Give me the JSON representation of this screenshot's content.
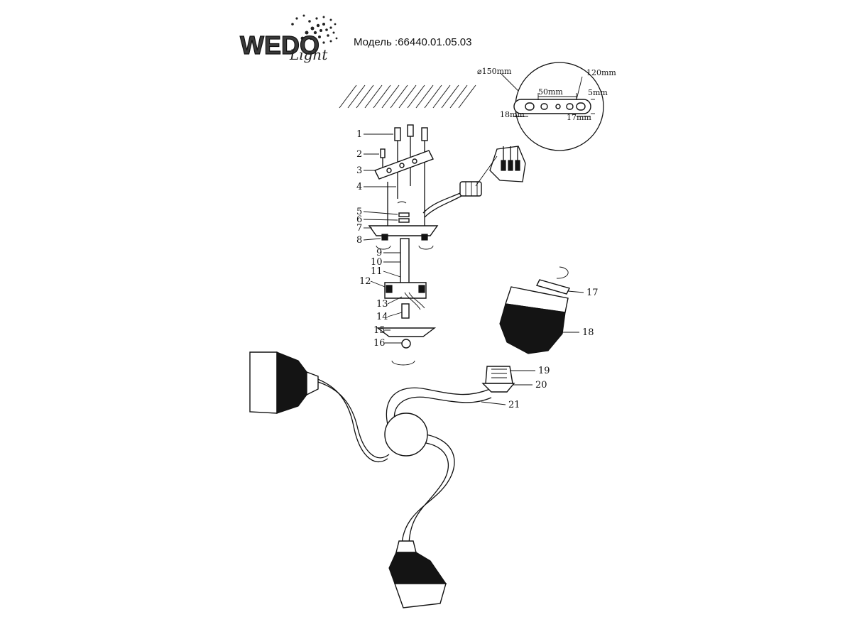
{
  "brand": {
    "name": "WEDO",
    "tagline": "Light"
  },
  "model_label": "Модель :66440.01.05.03",
  "dimensions": {
    "diameter": "⌀150mm",
    "width": "120mm",
    "spacing": "50mm",
    "thickness": "5mm",
    "left": "18mm",
    "right": "17mm"
  },
  "callouts": [
    "1",
    "2",
    "3",
    "4",
    "5",
    "6",
    "7",
    "8",
    "9",
    "10",
    "11",
    "12",
    "13",
    "14",
    "15",
    "16",
    "17",
    "18",
    "19",
    "20",
    "21"
  ]
}
